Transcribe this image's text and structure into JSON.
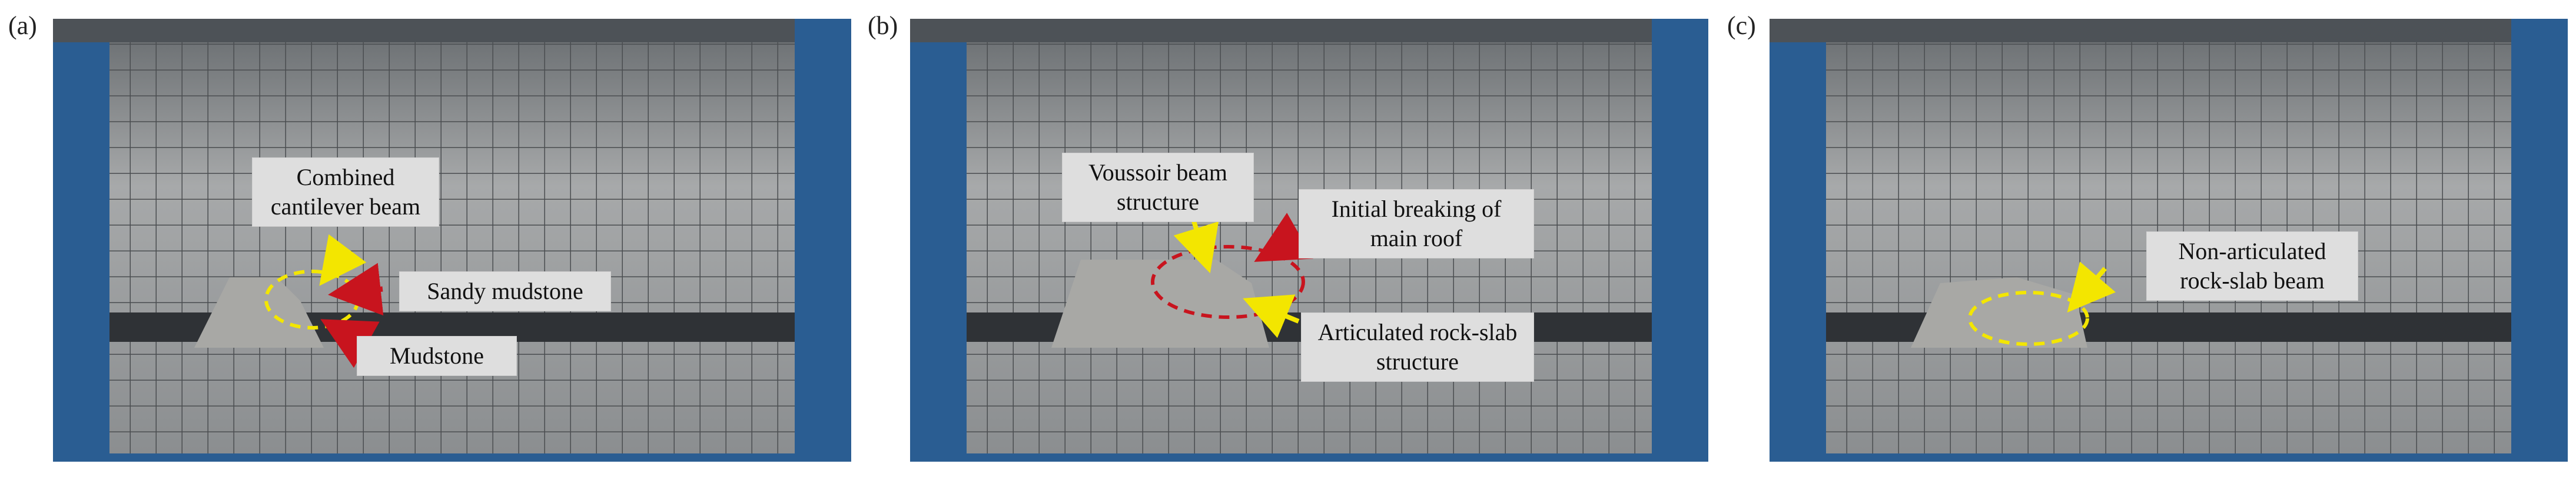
{
  "panels": [
    {
      "letter": "(a)",
      "labels": {
        "combined": "Combined cantilever beam",
        "sandy": "Sandy mudstone",
        "mudstone": "Mudstone"
      }
    },
    {
      "letter": "(b)",
      "labels": {
        "voussoir": "Voussoir beam structure",
        "initial": "Initial breaking of main roof",
        "articulated": "Articulated rock-slab structure"
      }
    },
    {
      "letter": "(c)",
      "labels": {
        "nonart": "Non-articulated rock-slab beam"
      }
    }
  ],
  "colors": {
    "frame_blue": "#2a5d92",
    "model_grey": "#8f9294",
    "coal_seam": "#2f3236",
    "yellow": "#f3e600",
    "red": "#c8141e",
    "label_bg": "#dedede"
  }
}
